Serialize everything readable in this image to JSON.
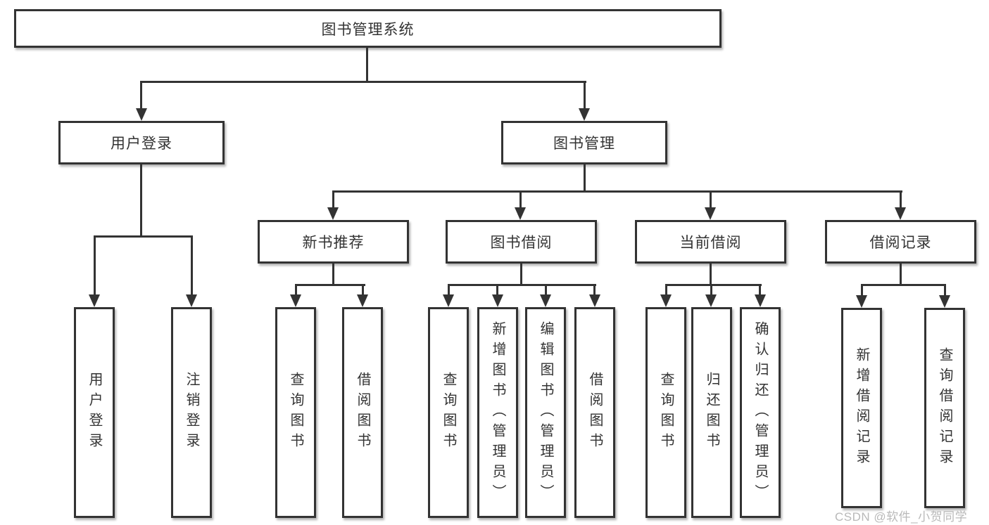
{
  "tree": {
    "label": "图书管理系统",
    "children": [
      {
        "label": "用户登录",
        "children": [
          {
            "label": "用户登录"
          },
          {
            "label": "注销登录"
          }
        ]
      },
      {
        "label": "图书管理",
        "children": [
          {
            "label": "新书推荐",
            "children": [
              {
                "label": "查询图书"
              },
              {
                "label": "借阅图书"
              }
            ]
          },
          {
            "label": "图书借阅",
            "children": [
              {
                "label": "查询图书"
              },
              {
                "label": "新增图书（管理员）"
              },
              {
                "label": "编辑图书（管理员）"
              },
              {
                "label": "借阅图书"
              }
            ]
          },
          {
            "label": "当前借阅",
            "children": [
              {
                "label": "查询图书"
              },
              {
                "label": "归还图书"
              },
              {
                "label": "确认归还（管理员）"
              }
            ]
          },
          {
            "label": "借阅记录",
            "children": [
              {
                "label": "新增借阅记录"
              },
              {
                "label": "查询借阅记录"
              }
            ]
          }
        ]
      }
    ]
  },
  "watermark": {
    "text": "CSDN @软件_小贺同学"
  },
  "colors": {
    "line": "#333333",
    "box_fill": "#ffffff",
    "text": "#333333",
    "watermark": "#b9b9b9",
    "background": "#ffffff"
  }
}
